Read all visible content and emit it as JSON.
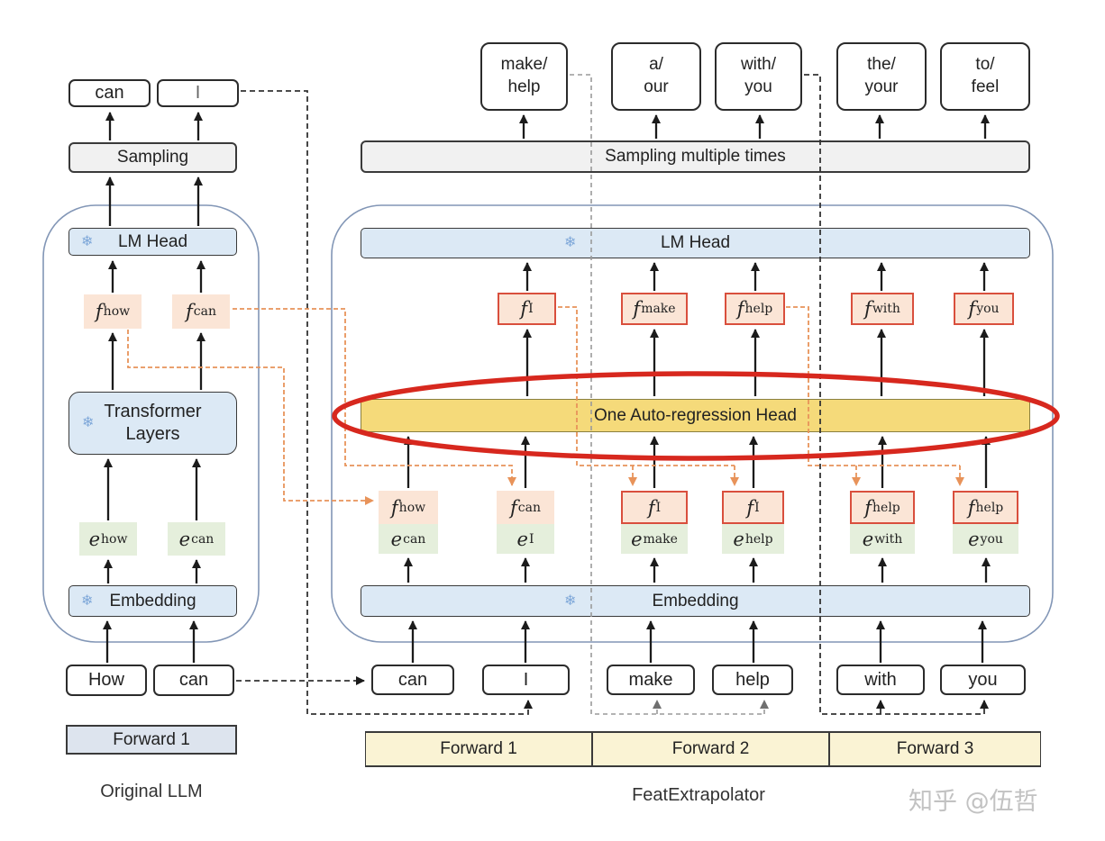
{
  "watermark": "知乎 @伍哲",
  "icons": {
    "snowflake": "❄"
  },
  "colors": {
    "frozen_blue_fill": "#dce9f5",
    "feature_peach_fill": "#fbe5d6",
    "feature_red_border": "#d94f3d",
    "embedding_green_fill": "#e5efdc",
    "autoregression_yellow_fill": "#f5da7a",
    "sampling_gray_fill": "#f1f1f1",
    "forward_left_fill": "#dde4ee",
    "forward_right_fill": "#faf3d4",
    "container_stroke": "#8296b6",
    "highlight_ellipse_red": "#d7281e",
    "orange_dash": "#e8935a",
    "snowflake_blue": "#7fa8d9"
  },
  "left": {
    "caption": "Original LLM",
    "outputs": [
      "can",
      "I"
    ],
    "sampling": "Sampling",
    "lm_head": "LM Head",
    "f": [
      {
        "base": "f",
        "sub": "how"
      },
      {
        "base": "f",
        "sub": "can"
      }
    ],
    "transformer": "Transformer\nLayers",
    "e": [
      {
        "base": "e",
        "sub": "how"
      },
      {
        "base": "e",
        "sub": "can"
      }
    ],
    "embedding": "Embedding",
    "inputs": [
      "How",
      "can"
    ],
    "forward": "Forward 1"
  },
  "right": {
    "caption": "FeatExtrapolator",
    "outputs": [
      "make/\nhelp",
      "a/\nour",
      "with/\nyou",
      "the/\nyour",
      "to/\nfeel"
    ],
    "sampling": "Sampling multiple times",
    "lm_head": "LM Head",
    "top_f": [
      {
        "base": "f",
        "sub": "I"
      },
      {
        "base": "f",
        "sub": "make"
      },
      {
        "base": "f",
        "sub": "help"
      },
      {
        "base": "f",
        "sub": "with"
      },
      {
        "base": "f",
        "sub": "you"
      }
    ],
    "ar_head": "One Auto-regression Head",
    "mid": [
      {
        "f_base": "f",
        "f_sub": "how",
        "e_base": "e",
        "e_sub": "can"
      },
      {
        "f_base": "f",
        "f_sub": "can",
        "e_base": "e",
        "e_sub": "I"
      },
      {
        "f_base": "f",
        "f_sub": "I",
        "e_base": "e",
        "e_sub": "make"
      },
      {
        "f_base": "f",
        "f_sub": "I",
        "e_base": "e",
        "e_sub": "help"
      },
      {
        "f_base": "f",
        "f_sub": "help",
        "e_base": "e",
        "e_sub": "with"
      },
      {
        "f_base": "f",
        "f_sub": "help",
        "e_base": "e",
        "e_sub": "you"
      }
    ],
    "embedding": "Embedding",
    "inputs": [
      "can",
      "I",
      "make",
      "help",
      "with",
      "you"
    ],
    "forwards": [
      "Forward 1",
      "Forward 2",
      "Forward 3"
    ]
  }
}
